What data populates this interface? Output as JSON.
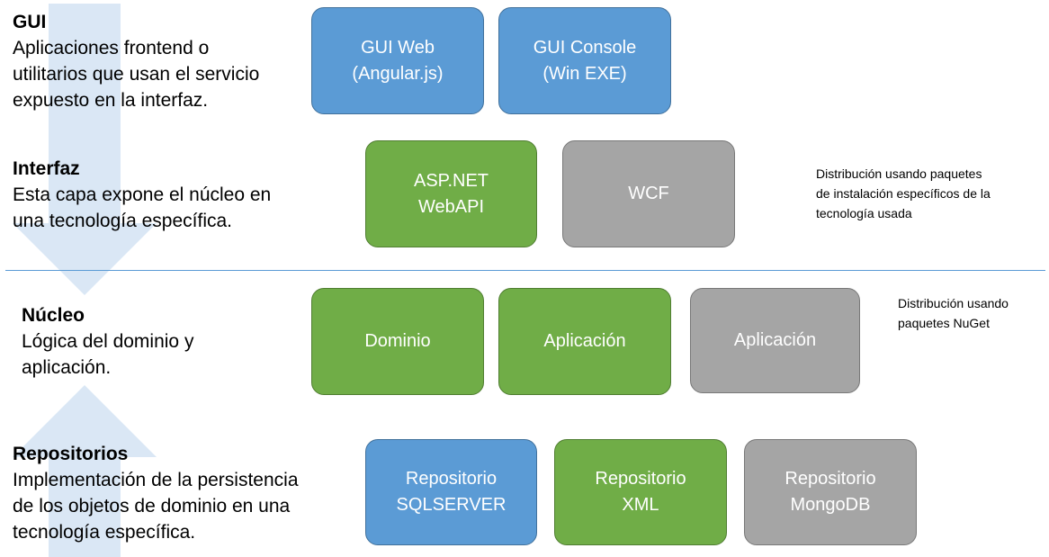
{
  "colors": {
    "blue": "#5b9bd5",
    "green": "#70ad47",
    "gray": "#a5a5a5",
    "arrow": "#dae7f5",
    "divider": "#5b9bd5"
  },
  "layers": {
    "gui": {
      "title": "GUI",
      "desc": "Aplicaciones frontend o\nutilitarios que usan el servicio\nexpuesto en la interfaz."
    },
    "interfaz": {
      "title": "Interfaz",
      "desc": "Esta capa expone el núcleo en\nuna tecnología específica."
    },
    "nucleo": {
      "title": "Núcleo",
      "desc": "Lógica del dominio y\naplicación."
    },
    "repositorios": {
      "title": "Repositorios",
      "desc": "Implementación de la persistencia\nde los objetos de dominio en una\ntecnología específica."
    }
  },
  "boxes": {
    "gui_web": "GUI Web\n(Angular.js)",
    "gui_console": "GUI Console\n(Win EXE)",
    "aspnet": "ASP.NET\nWebAPI",
    "wcf": "WCF",
    "dominio": "Dominio",
    "aplicacion_green": "Aplicación",
    "aplicacion_gray": "Aplicación",
    "repo_sql": "Repositorio\nSQLSERVER",
    "repo_xml": "Repositorio\nXML",
    "repo_mongo": "Repositorio\nMongoDB"
  },
  "notes": {
    "interfaz_note": "Distribución usando paquetes\nde instalación específicos de la\ntecnología usada",
    "nucleo_note": "Distribución usando\npaquetes NuGet"
  }
}
